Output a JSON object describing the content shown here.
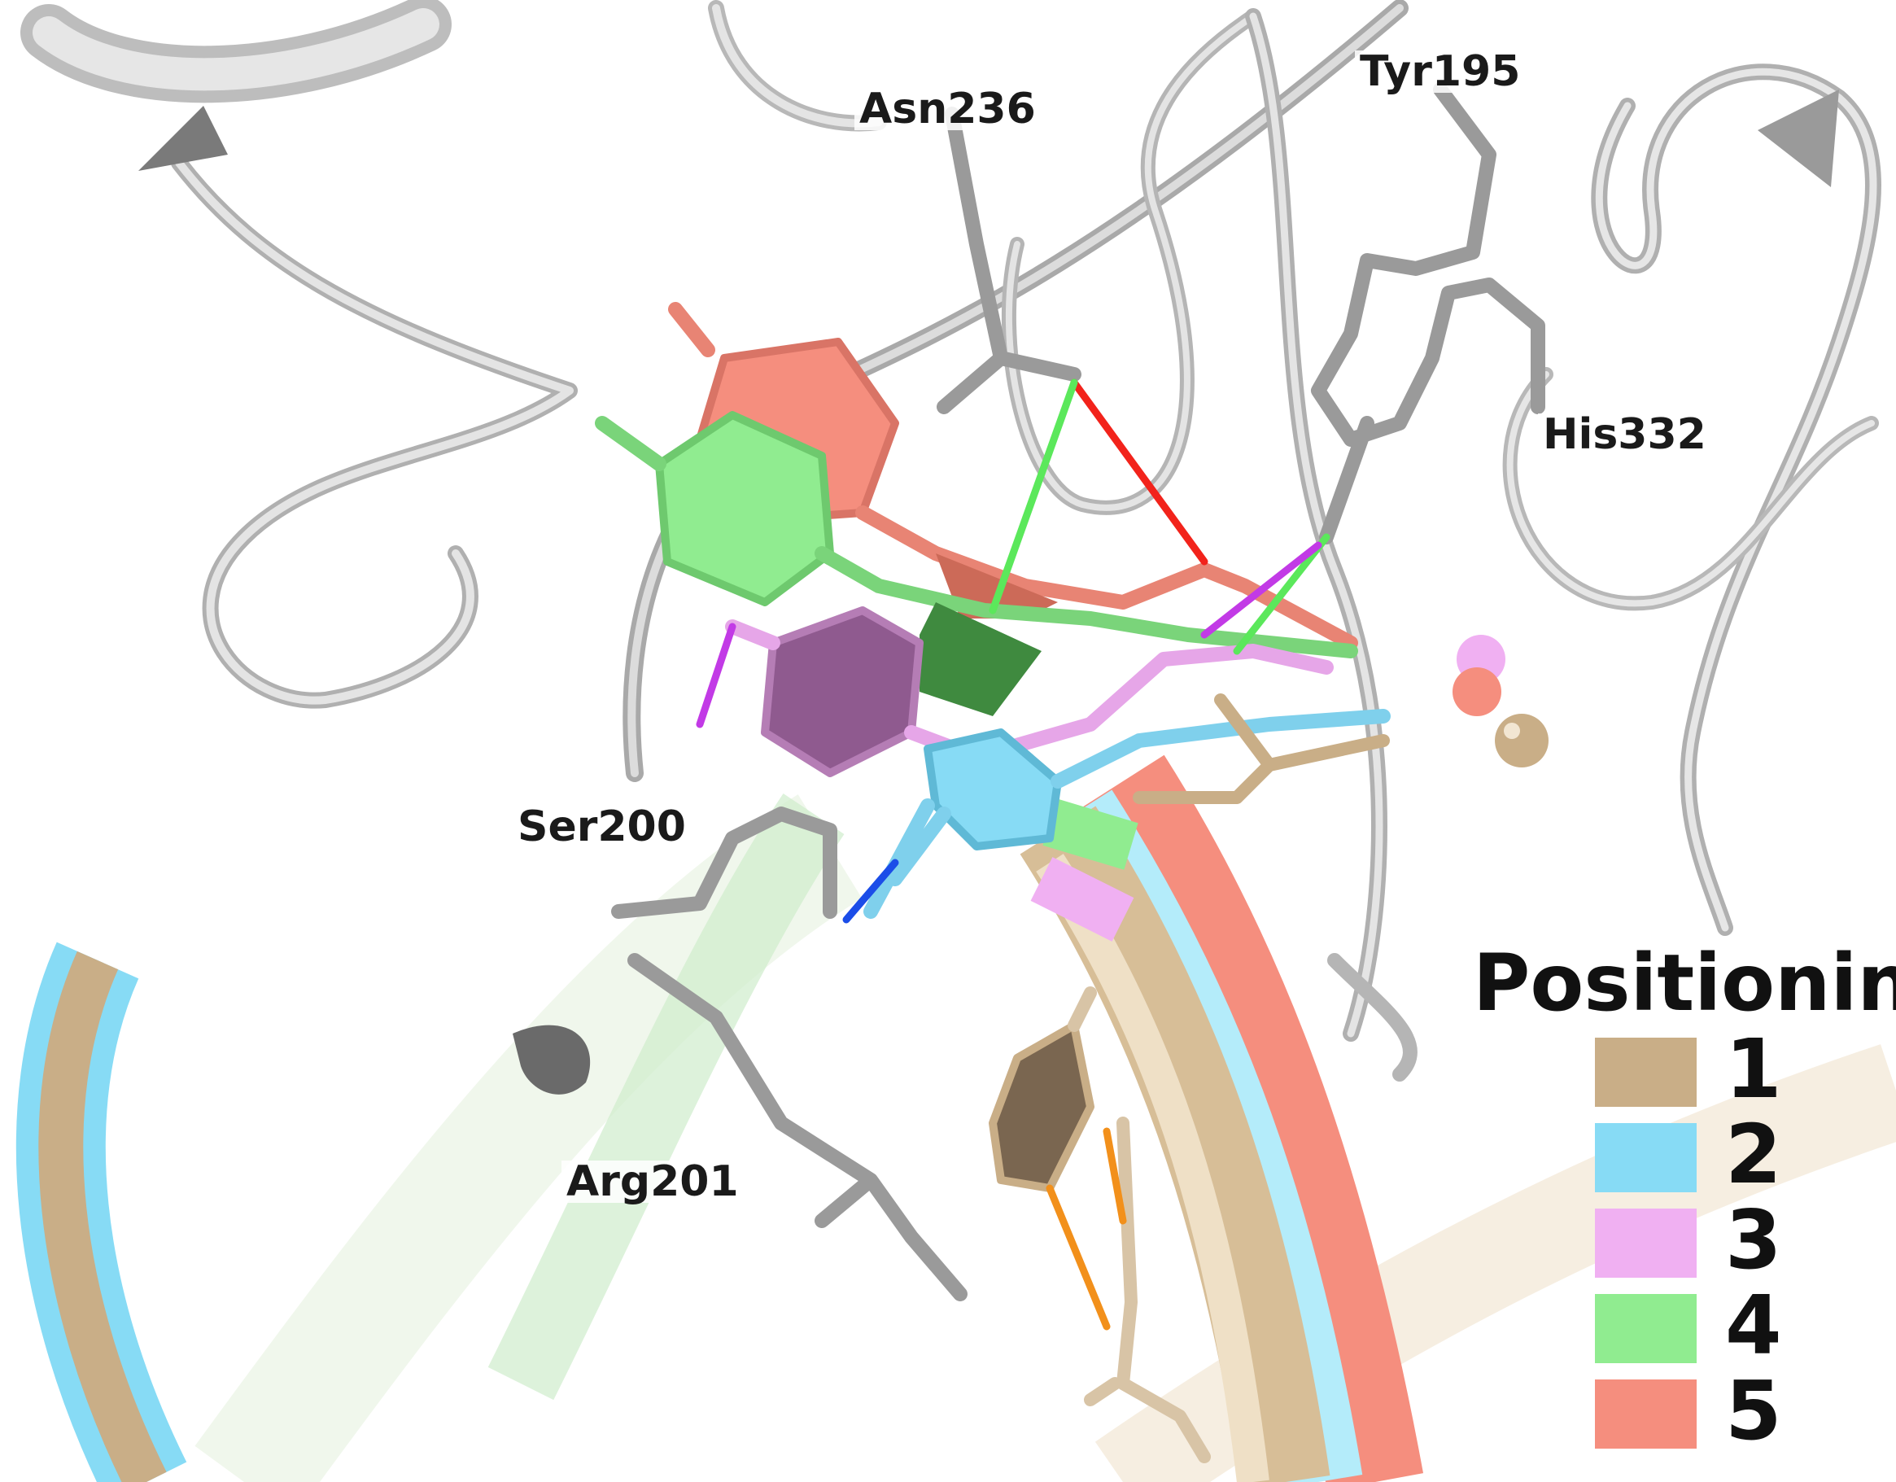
{
  "colors": {
    "background": "#ffffff",
    "protein_ribbon": "#c9c9c9",
    "residue_sticks": "#9a9a9a",
    "positioning_1": "#c9ae87",
    "positioning_2": "#87dbf5",
    "positioning_3": "#f0b0f2",
    "positioning_4": "#90ec90",
    "positioning_5": "#f58e7e"
  },
  "residue_labels": {
    "asn236": "Asn236",
    "tyr195": "Tyr195",
    "his332": "His332",
    "ser200": "Ser200",
    "arg201": "Arg201"
  },
  "legend": {
    "title": "Positioning",
    "items": [
      {
        "label": "1",
        "color": "#c9ae87"
      },
      {
        "label": "2",
        "color": "#87dbf5"
      },
      {
        "label": "3",
        "color": "#f0b0f2"
      },
      {
        "label": "4",
        "color": "#90ec90"
      },
      {
        "label": "5",
        "color": "#f58e7e"
      }
    ]
  }
}
